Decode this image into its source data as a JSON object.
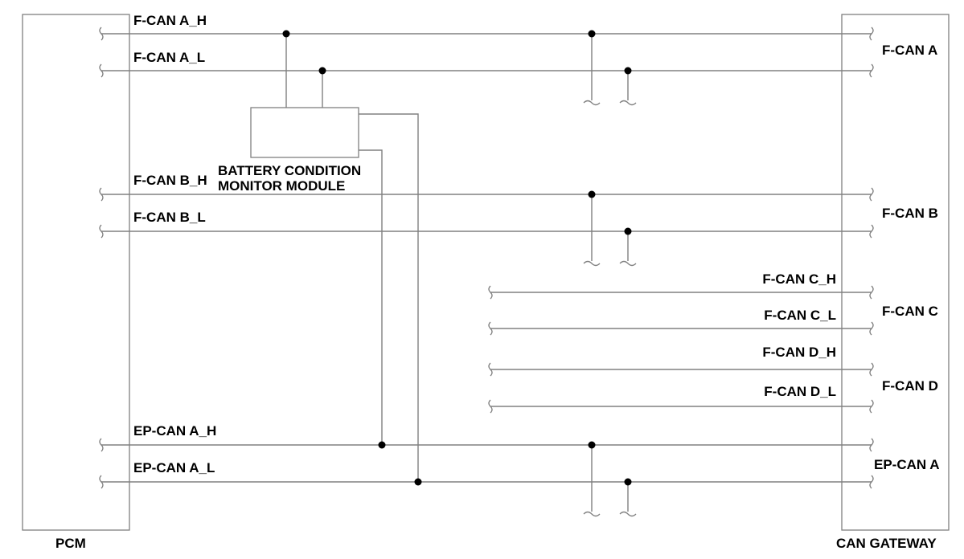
{
  "components": {
    "left": "PCM",
    "right": "CAN GATEWAY",
    "module_line1": "BATTERY CONDITION",
    "module_line2": "MONITOR MODULE"
  },
  "signals": {
    "fcan_a_h": "F-CAN A_H",
    "fcan_a_l": "F-CAN A_L",
    "fcan_b_h": "F-CAN B_H",
    "fcan_b_l": "F-CAN B_L",
    "fcan_c_h": "F-CAN C_H",
    "fcan_c_l": "F-CAN C_L",
    "fcan_d_h": "F-CAN D_H",
    "fcan_d_l": "F-CAN D_L",
    "epcan_a_h": "EP-CAN A_H",
    "epcan_a_l": "EP-CAN A_L"
  },
  "buses": {
    "fcan_a": "F-CAN A",
    "fcan_b": "F-CAN B",
    "fcan_c": "F-CAN C",
    "fcan_d": "F-CAN D",
    "epcan_a": "EP-CAN A"
  }
}
